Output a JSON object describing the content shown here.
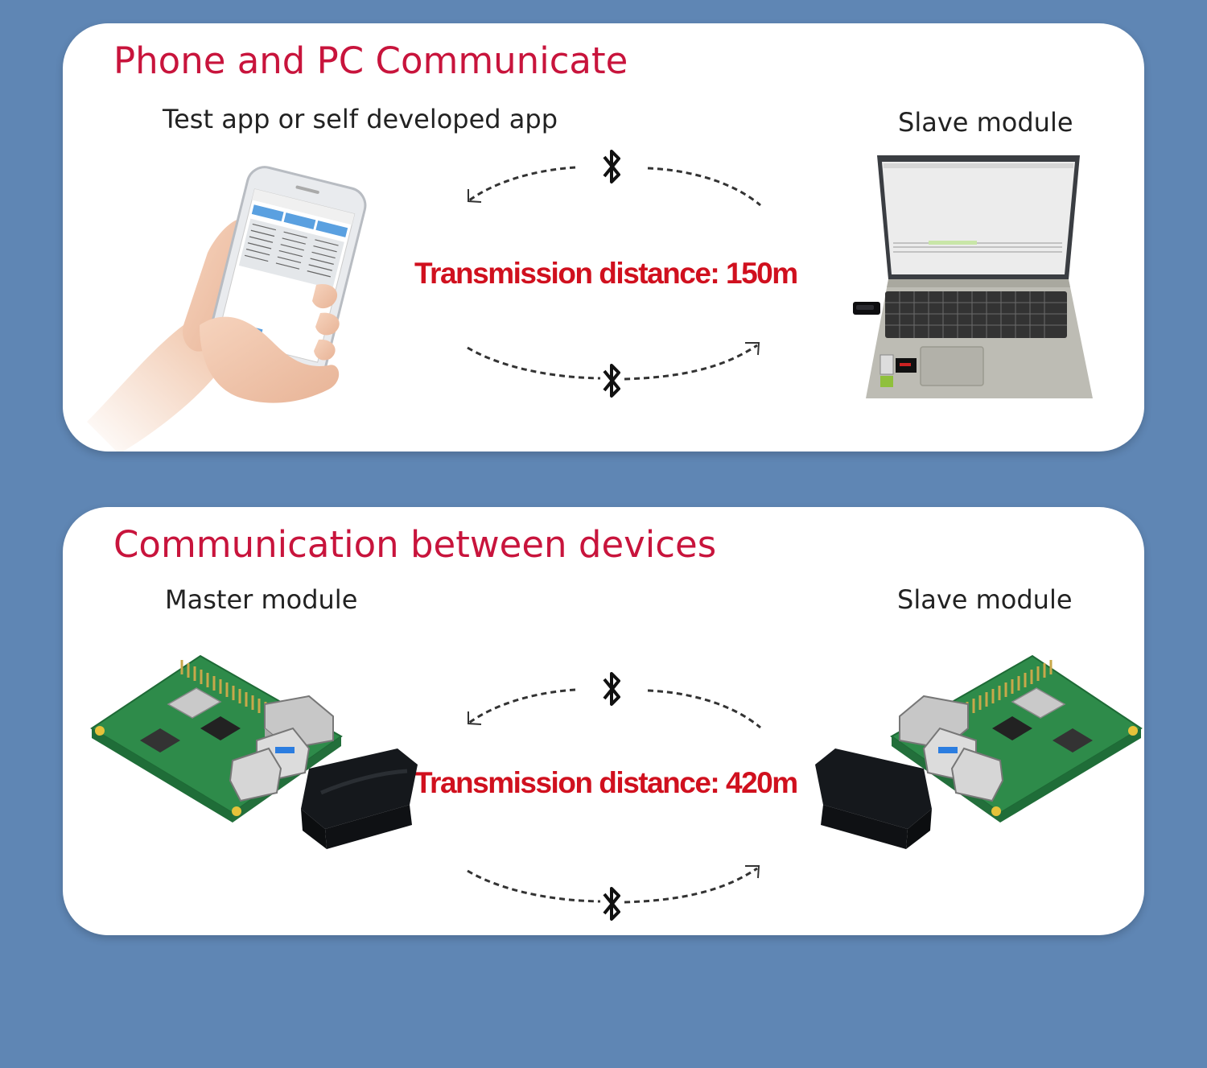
{
  "colors": {
    "background": "#5f86b4",
    "card": "#ffffff",
    "title": "#c8143c",
    "distance": "#d0101e",
    "label": "#222222"
  },
  "card1": {
    "title": "Phone and PC Communicate",
    "left_label": "Test app or self developed app",
    "right_label": "Slave module",
    "distance": "Transmission distance: 150m",
    "left_device": "phone-in-hand-image",
    "right_device": "laptop-image"
  },
  "card2": {
    "title": "Communication between devices",
    "left_label": "Master module",
    "right_label": "Slave module",
    "distance": "Transmission distance: 420m",
    "left_device": "raspberry-pi-with-dongle-image",
    "right_device": "raspberry-pi-with-dongle-image"
  },
  "icons": {
    "connection": "bluetooth-icon",
    "flow": "dashed-curved-arrow"
  }
}
